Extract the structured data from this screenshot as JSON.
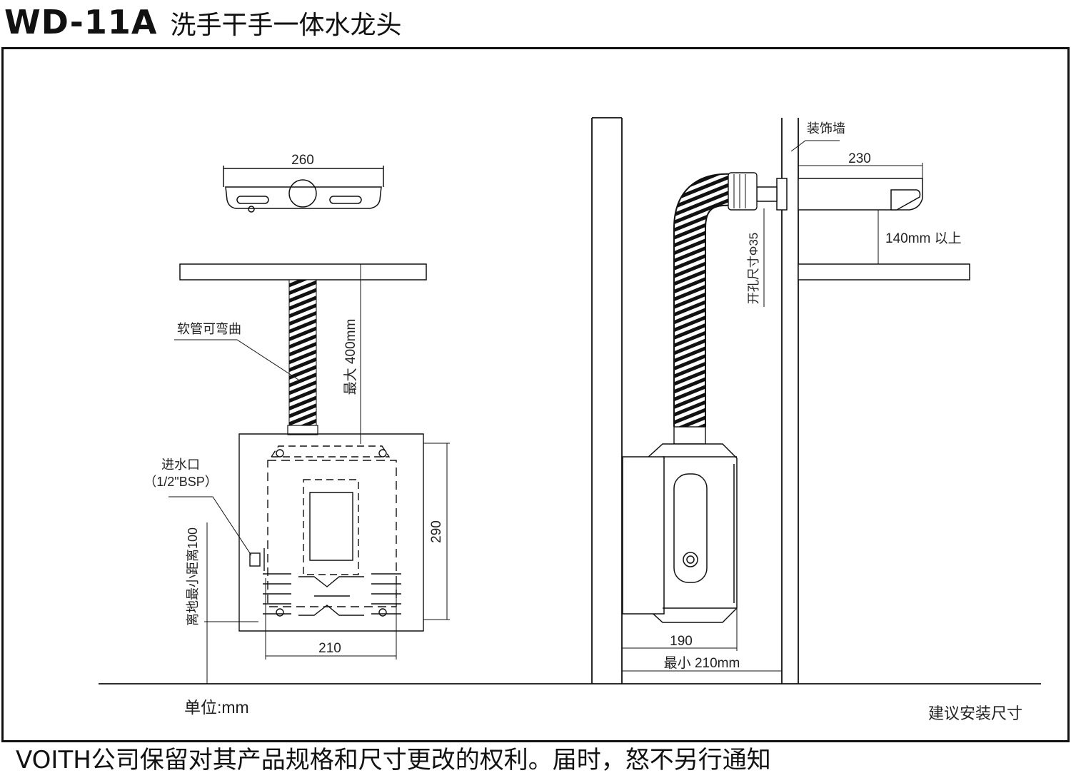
{
  "header": {
    "model": "WD-11A",
    "product_name": "洗手干手一体水龙头"
  },
  "front_view": {
    "top_width_label": "260",
    "hose_label": "软管可弯曲",
    "max_length_label": "最大 400mm",
    "inlet_label_line1": "进水口",
    "inlet_label_line2": "（1/2\"BSP）",
    "min_floor_label": "离地最小距离100",
    "unit_height_label": "290",
    "unit_width_label": "210",
    "units_label": "单位:mm"
  },
  "side_view": {
    "wall_label": "装饰墙",
    "spout_length_label": "230",
    "clearance_label": "140mm 以上",
    "hole_label": "开孔尺寸Φ35",
    "unit_depth_label": "190",
    "min_distance_label": "最小 210mm",
    "caption": "建议安装尺寸"
  },
  "footer": {
    "notice": "VOITH公司保留对其产品规格和尺寸更改的权利。届时，怒不另行通知"
  }
}
